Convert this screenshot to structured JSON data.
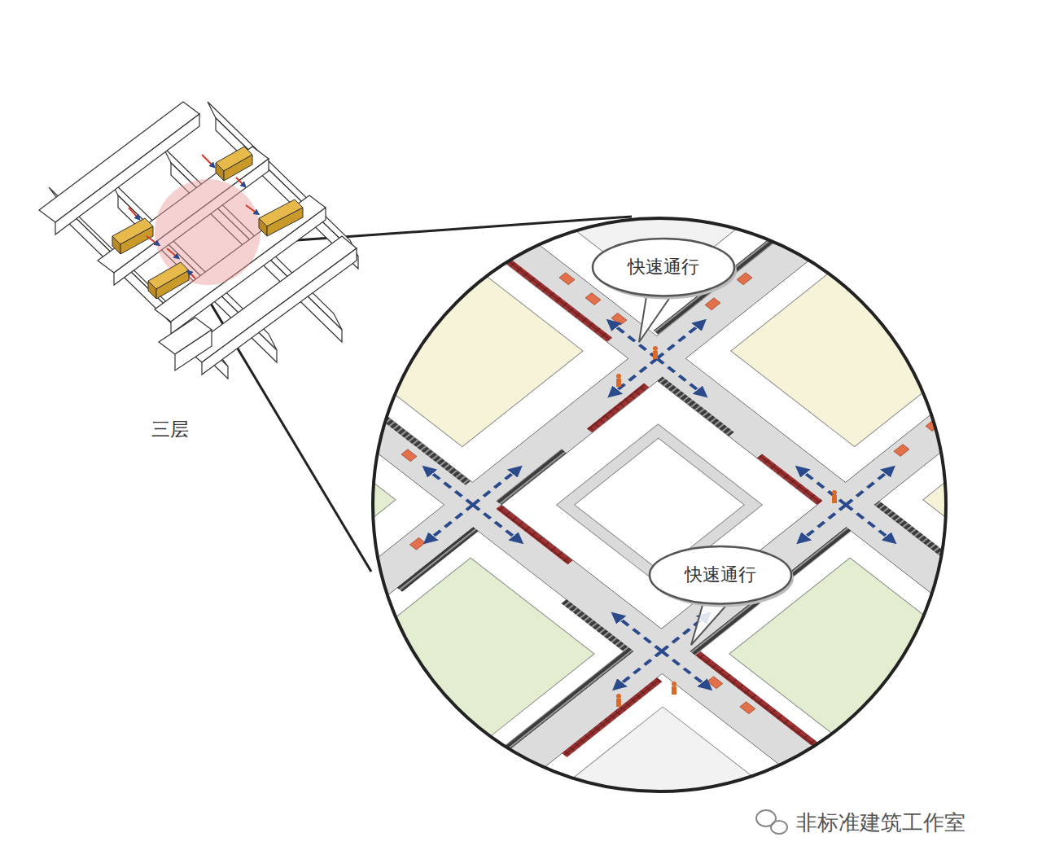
{
  "diagram": {
    "nodes": [
      {
        "text": [
          "快速通行"
        ]
      },
      {
        "text": [
          "快速通行"
        ]
      }
    ],
    "labels": [
      "三层",
      "非标准建筑工作室"
    ]
  }
}
